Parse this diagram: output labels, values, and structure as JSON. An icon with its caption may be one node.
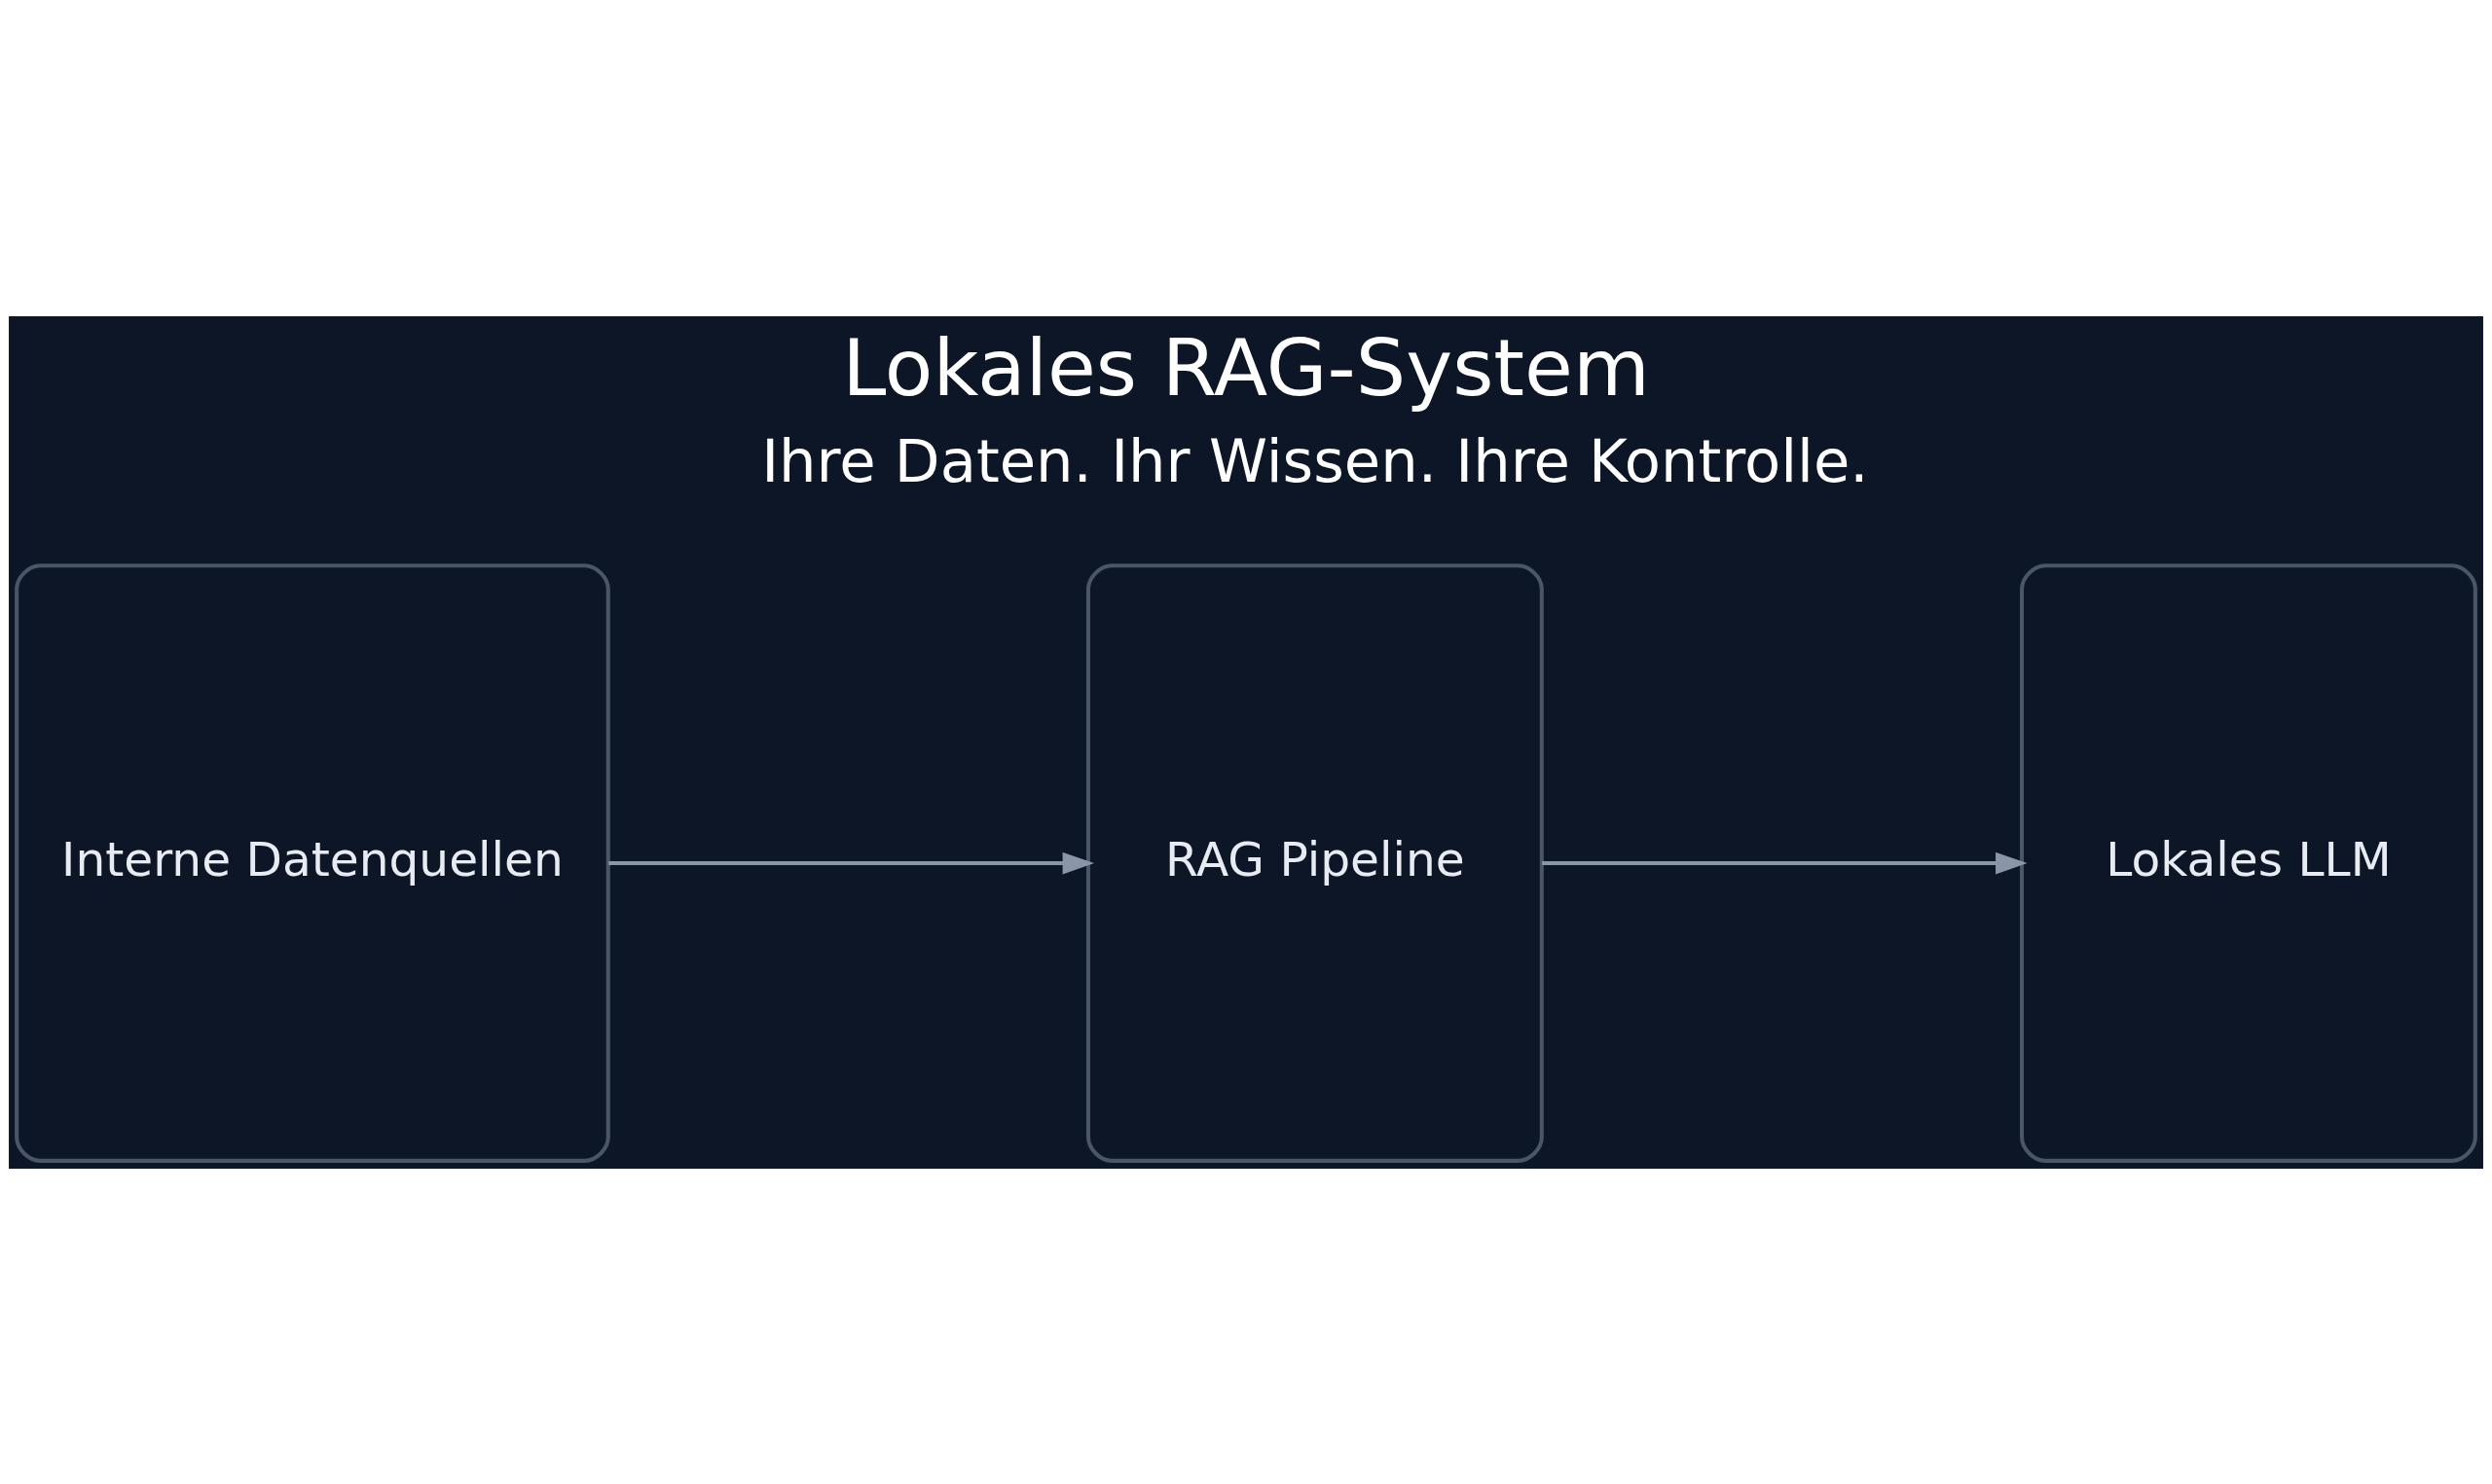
{
  "diagram": {
    "title": "Lokales RAG-System",
    "nodes": [
      {
        "text": [
          "Interne Datenquellen"
        ]
      },
      {
        "text": [
          "RAG Pipeline"
        ]
      },
      {
        "text": [
          "Lokales LLM"
        ]
      }
    ],
    "edges": [
      {
        "from": 0,
        "to": 1,
        "arrow": "to"
      },
      {
        "from": 1,
        "to": 2,
        "arrow": "to"
      }
    ],
    "labels": [
      "Ihre Daten. Ihr Wissen. Ihre Kontrolle."
    ]
  }
}
